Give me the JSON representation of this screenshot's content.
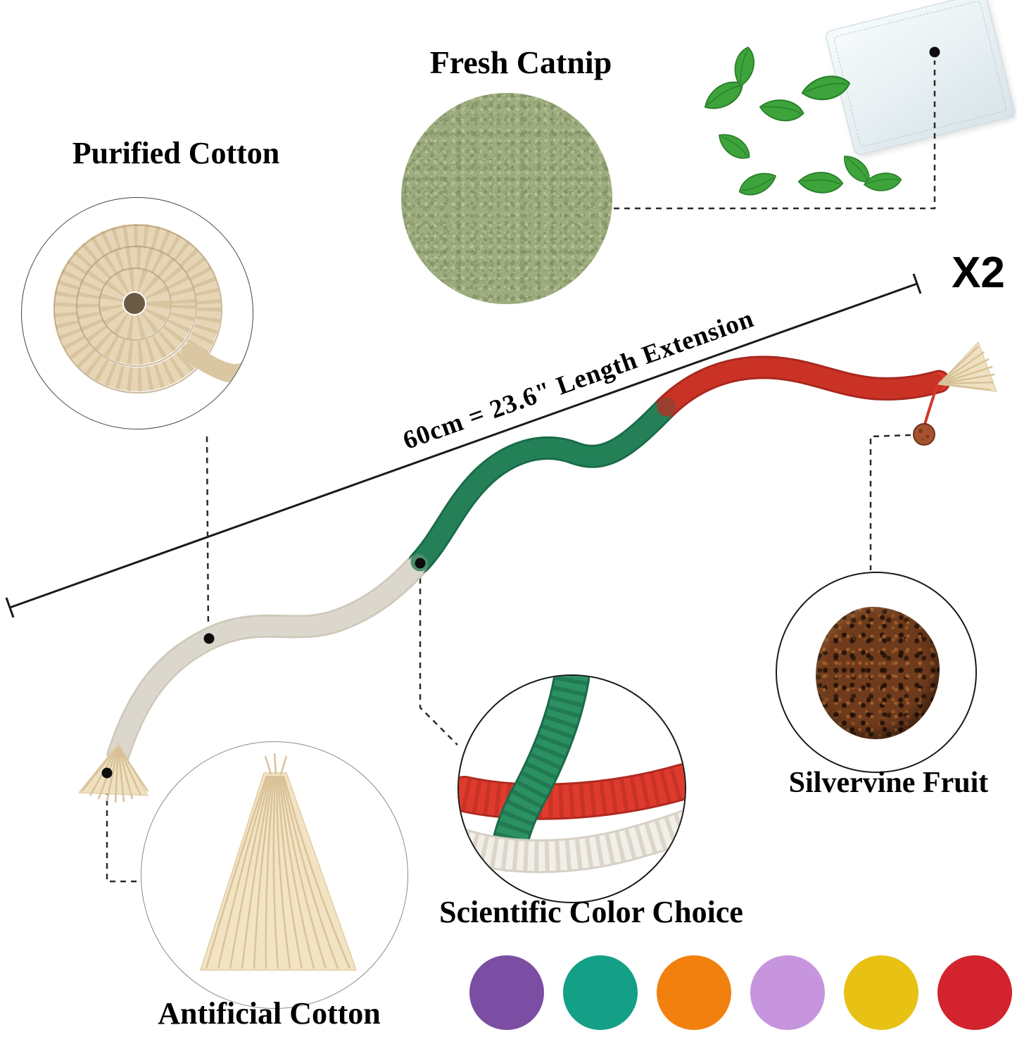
{
  "labels": {
    "purified_cotton": "Purified Cotton",
    "fresh_catnip": "Fresh Catnip",
    "quantity": "X2",
    "length_extension": "60cm = 23.6\"  Length Extension",
    "silvervine_fruit": "Silvervine Fruit",
    "antificial_cotton": "Antificial Cotton",
    "scientific_color_choice": "Scientific Color Choice"
  },
  "colors": {
    "rope_white": "#f2efe8",
    "rope_green": "#2b9163",
    "rope_red": "#df3b2d",
    "tassel_cream": "#efe1c0",
    "swatches": [
      {
        "name": "purple",
        "hex": "#7b4ea3"
      },
      {
        "name": "teal",
        "hex": "#14a086"
      },
      {
        "name": "orange",
        "hex": "#f1800f"
      },
      {
        "name": "lilac",
        "hex": "#c795dd"
      },
      {
        "name": "gold",
        "hex": "#e7c214"
      },
      {
        "name": "red",
        "hex": "#d2232e"
      }
    ]
  }
}
